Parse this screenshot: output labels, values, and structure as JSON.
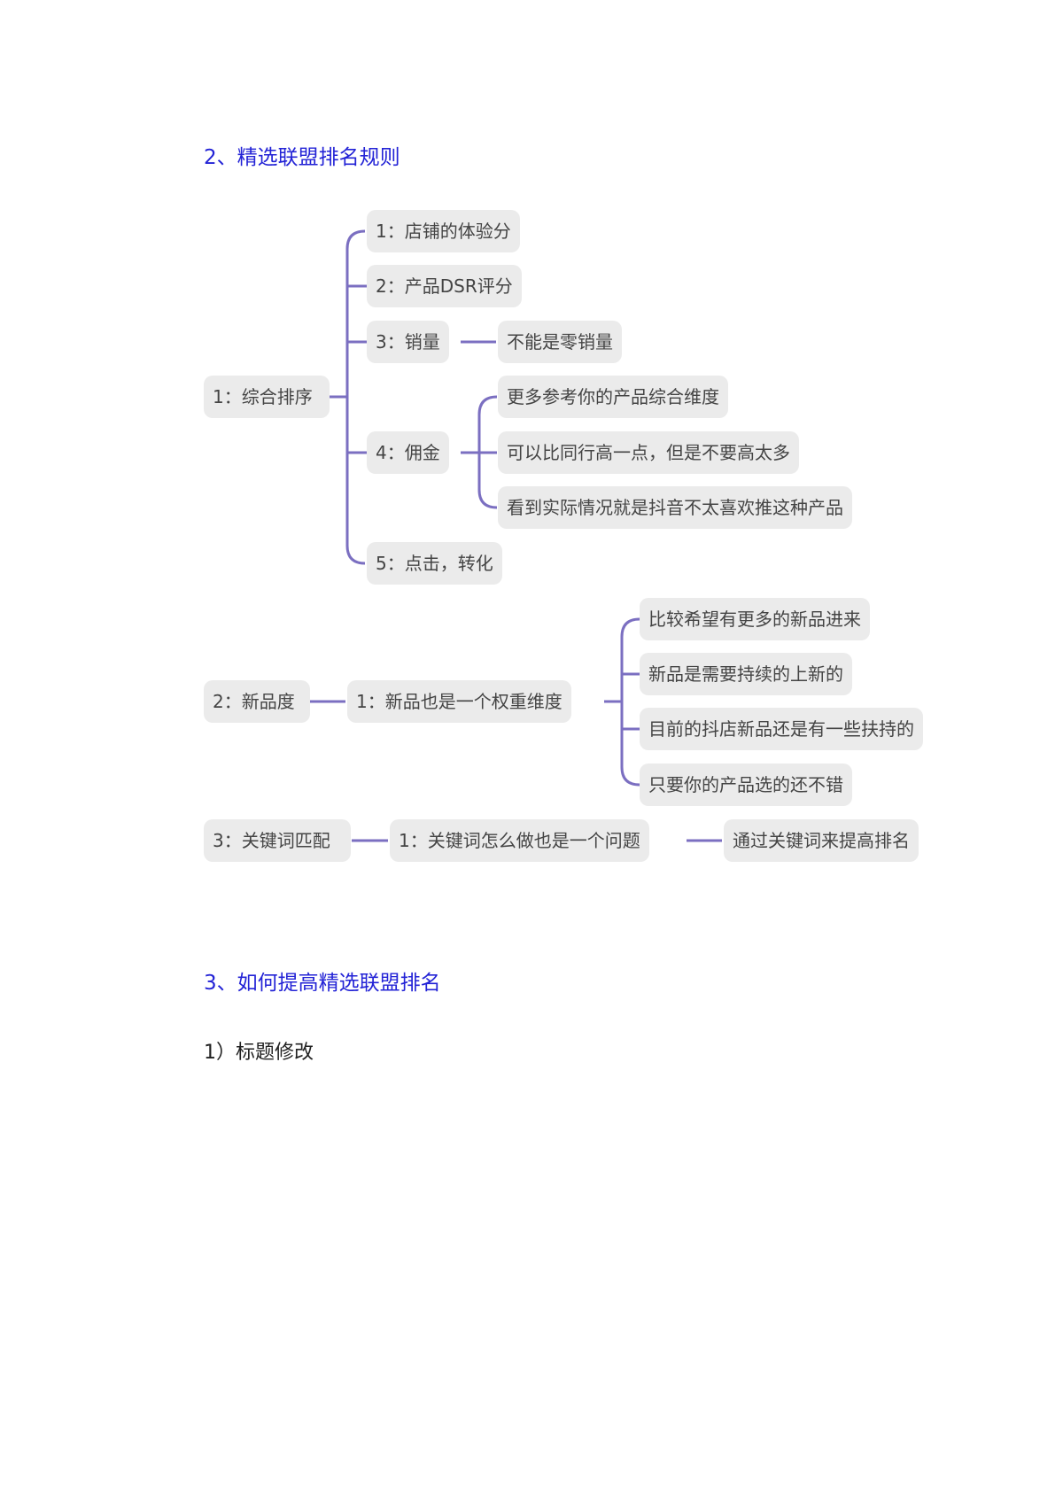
{
  "section2": {
    "heading": "2、精选联盟排名规则",
    "mindmap": {
      "branch1": {
        "root": "1：综合排序",
        "children": [
          {
            "label": "1：店铺的体验分"
          },
          {
            "label": "2：产品DSR评分"
          },
          {
            "label": "3：销量",
            "leaves": [
              "不能是零销量"
            ]
          },
          {
            "label": "4：佣金",
            "leaves": [
              "更多参考你的产品综合维度",
              "可以比同行高一点，但是不要高太多",
              "看到实际情况就是抖音不太喜欢推这种产品"
            ]
          },
          {
            "label": "5：点击，转化"
          }
        ]
      },
      "branch2": {
        "root": "2：新品度",
        "child": "1：新品也是一个权重维度",
        "leaves": [
          "比较希望有更多的新品进来",
          "新品是需要持续的上新的",
          "目前的抖店新品还是有一些扶持的",
          "只要你的产品选的还不错"
        ]
      },
      "branch3": {
        "root": "3：关键词匹配",
        "child": "1：关键词怎么做也是一个问题",
        "leaf": "通过关键词来提高排名"
      }
    }
  },
  "section3": {
    "heading": "3、如何提高精选联盟排名",
    "subheading": "1）标题修改"
  },
  "colors": {
    "heading": "#2323d6",
    "connector": "#7b6fc1",
    "node_bg": "#ebebeb",
    "node_text": "#444444"
  }
}
